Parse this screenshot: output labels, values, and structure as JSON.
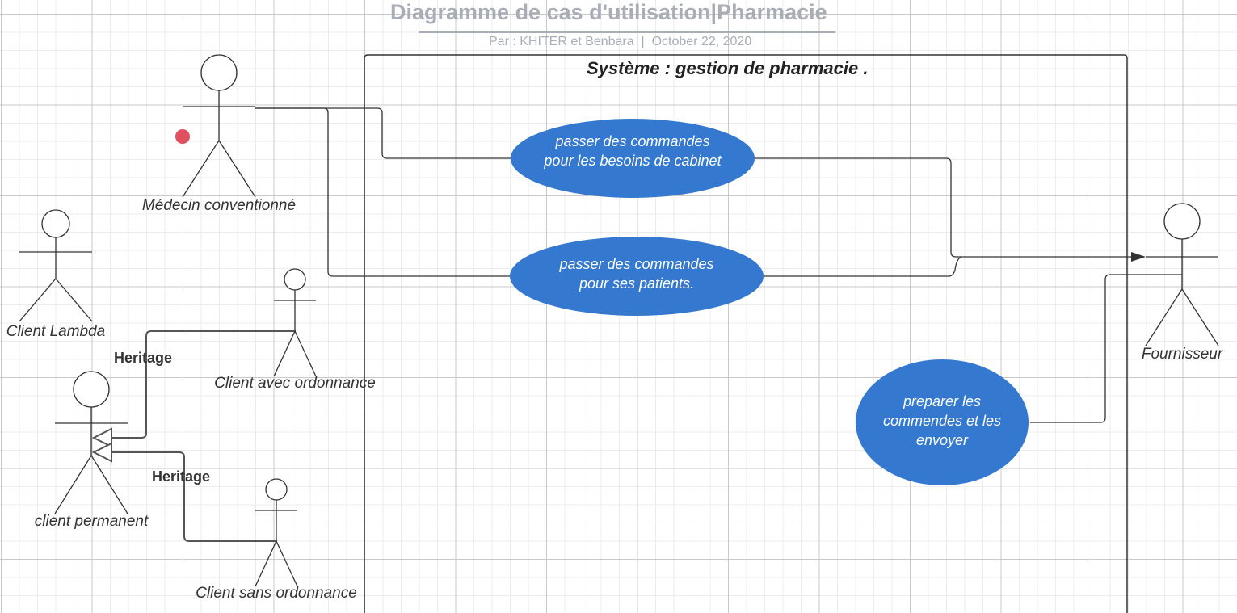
{
  "header": {
    "title": "Diagramme de cas d'utilisation|Pharmacie",
    "subtitle": "Par : KHITER et Benbara  |  October 22, 2020"
  },
  "system": {
    "title": "Système : gestion de pharmacie ."
  },
  "actors": {
    "medecin": "Médecin conventionné",
    "client_lambda": "Client Lambda",
    "client_avec": "Client avec ordonnance",
    "client_permanent": "client permanent",
    "client_sans": "Client sans ordonnance",
    "fournisseur": "Fournisseur"
  },
  "use_cases": {
    "besoins_cabinet": "passer des commandes pour les  besoins de cabinet",
    "patients": "passer des commandes pour ses patients.",
    "preparer": "preparer les commendes et les envoyer"
  },
  "relations": {
    "heritage_1": "Heritage",
    "heritage_2": "Heritage"
  },
  "colors": {
    "use_case_fill": "#3478cf",
    "line": "#333333",
    "marker": "#e0505f",
    "title_text": "#a9adb5"
  }
}
